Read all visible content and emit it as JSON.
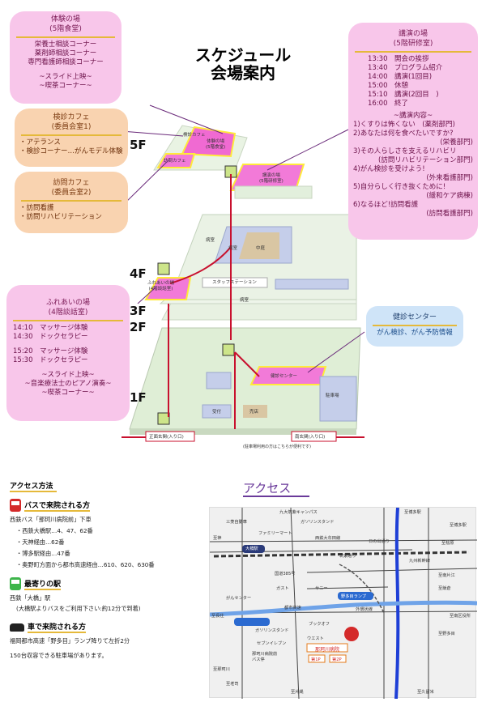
{
  "title": {
    "line1": "スケジュール",
    "line2": "会場案内"
  },
  "floors": {
    "f5": "5F",
    "f4": "4F",
    "f3": "3F",
    "f2": "2F",
    "f1": "1F"
  },
  "taiken": {
    "title": "体験の場",
    "sub": "(5階食堂)",
    "items": [
      "栄養士相談コーナー",
      "薬剤師相談コーナー",
      "専門看護師相談コーナー"
    ],
    "extras": [
      "~スライド上映~",
      "~喫茶コーナー~"
    ]
  },
  "kenshin_cafe": {
    "title": "検診カフェ",
    "sub": "(委員会室1)",
    "items": [
      "・アテランス",
      "・検診コーナー…がんモデル体験"
    ]
  },
  "houmon_cafe": {
    "title": "訪問カフェ",
    "sub": "(委員会室2)",
    "items": [
      "・訪問看護",
      "・訪問リハビリテーション"
    ]
  },
  "fureai": {
    "title": "ふれあいの場",
    "sub": "(4階談話室)",
    "rows": [
      "14:10　マッサージ体験",
      "14:30　ドックセラピー",
      "15:20　マッサージ体験",
      "15:30　ドックセラピー"
    ],
    "extras": [
      "~スライド上映~",
      "~音楽療法士のピアノ演奏~",
      "~喫茶コーナー~"
    ]
  },
  "kouen": {
    "title": "講演の場",
    "sub": "(5階研修室)",
    "schedule": [
      "13:30　開会の挨拶",
      "13:40　プログラム紹介",
      "14:00　講演(1回目)",
      "15:00　休憩",
      "15:10　講演(2回目　)",
      "16:00　終了"
    ],
    "content_title": "~講演内容~",
    "lectures": [
      "1)くすりは怖くない　(薬剤部門)",
      "2)あなたは何を食べたいですか?",
      "(栄養部門)",
      "3)その人らしさを支えるリハビリ",
      "(訪問リハビリテーション部門)",
      "4)がん検診を受けよう!",
      "(外来看護部門)",
      "5)自分らしく行き抜くために!",
      "(緩和ケア病棟)",
      "6)なるほど!訪問看護",
      "(訪問看護部門)"
    ]
  },
  "kenshin_center": {
    "title": "健診センター",
    "desc": "がん検診、がん予防情報"
  },
  "diagram": {
    "r5_cafe": "検診カフェ",
    "r5_houmon": "訪問カフェ",
    "r5_taiken": "体験の場\n(5階食堂)",
    "r5_kouen": "講演の場\n(5階研修室)",
    "r4_byoshitsu_l": "病室",
    "r4_byoshitsu_c": "病室",
    "r4_chuniwa": "中庭",
    "r4_staff": "スタッフステーション",
    "r4_byoshitsu_b": "病室",
    "r4_fureai": "ふれあいの場\n(4階談話室)",
    "r1_kenshin": "健診センター",
    "r1_parking": "駐車場",
    "r1_uketsuke": "受付",
    "r1_baiten": "売店",
    "r1_main_entrance": "正面玄関(入り口)",
    "r1_south_entrance": "南玄関(入り口)",
    "r1_note": "(駐車場利用の方はこちらが便利です)"
  },
  "access": {
    "title": "アクセス方法",
    "bus_title": "バスで来院される方",
    "bus_main": "西鉄バス「那珂川病院前」下車",
    "bus_lines": [
      "・西鉄大橋駅…4、47、62番",
      "・天神経由…62番",
      "・博多駅経由…47番",
      "・奥野町方面から都市高速経由…610、620、630番"
    ],
    "station_title": "最寄りの駅",
    "station_main": "西鉄「大橋」駅",
    "station_note": "(大橋駅よりバスをご利用下さい:約12分で到着)",
    "car_title": "車で来院される方",
    "car_main": "福岡都市高速「野多目」ランプ降りて左折2分",
    "car_note": "150台収容できる駐車場があります。"
  },
  "map": {
    "heading": "アクセス",
    "labels": {
      "kyudai": "九大筑紫キャンパス",
      "mitsui": "三菱自動車",
      "family": "ファミリーマート",
      "gasoline1": "ガソリンスタンド",
      "sigino": "至博多駅",
      "shimbo": "至神",
      "ohashi": "大橋駅",
      "nishitetsu": "西鉄大牟田線",
      "hinode": "日の出通り",
      "kyushu": "九州新幹線",
      "chikushi": "筑紫通り",
      "route385": "国道385号",
      "gasto": "ガスト",
      "sunny": "サニー",
      "gan": "がんセンター",
      "toshi": "都市高速",
      "notame": "野多目ランプ",
      "gaikan": "外環状線",
      "nishi": "至長住",
      "shimonaka": "至南区役所",
      "sevens": "セブンイレブン",
      "nakagawa": "那珂川病院前\nバス停",
      "bookoff": "ブックオフ",
      "west": "ウエスト",
      "hospital": "那珂川病院",
      "p1": "第1P",
      "p2": "第2P",
      "gasoline2": "ガソリンスタンド",
      "yoshiyoshi": "至野多目",
      "nanbu": "至南片江",
      "iijima": "至飯倉",
      "kita": "至那珂川",
      "station_top": "至博多駅",
      "ishi": "至桧原",
      "yoi": "至老司",
      "kata": "至片縄",
      "kuru": "至久留米"
    }
  }
}
